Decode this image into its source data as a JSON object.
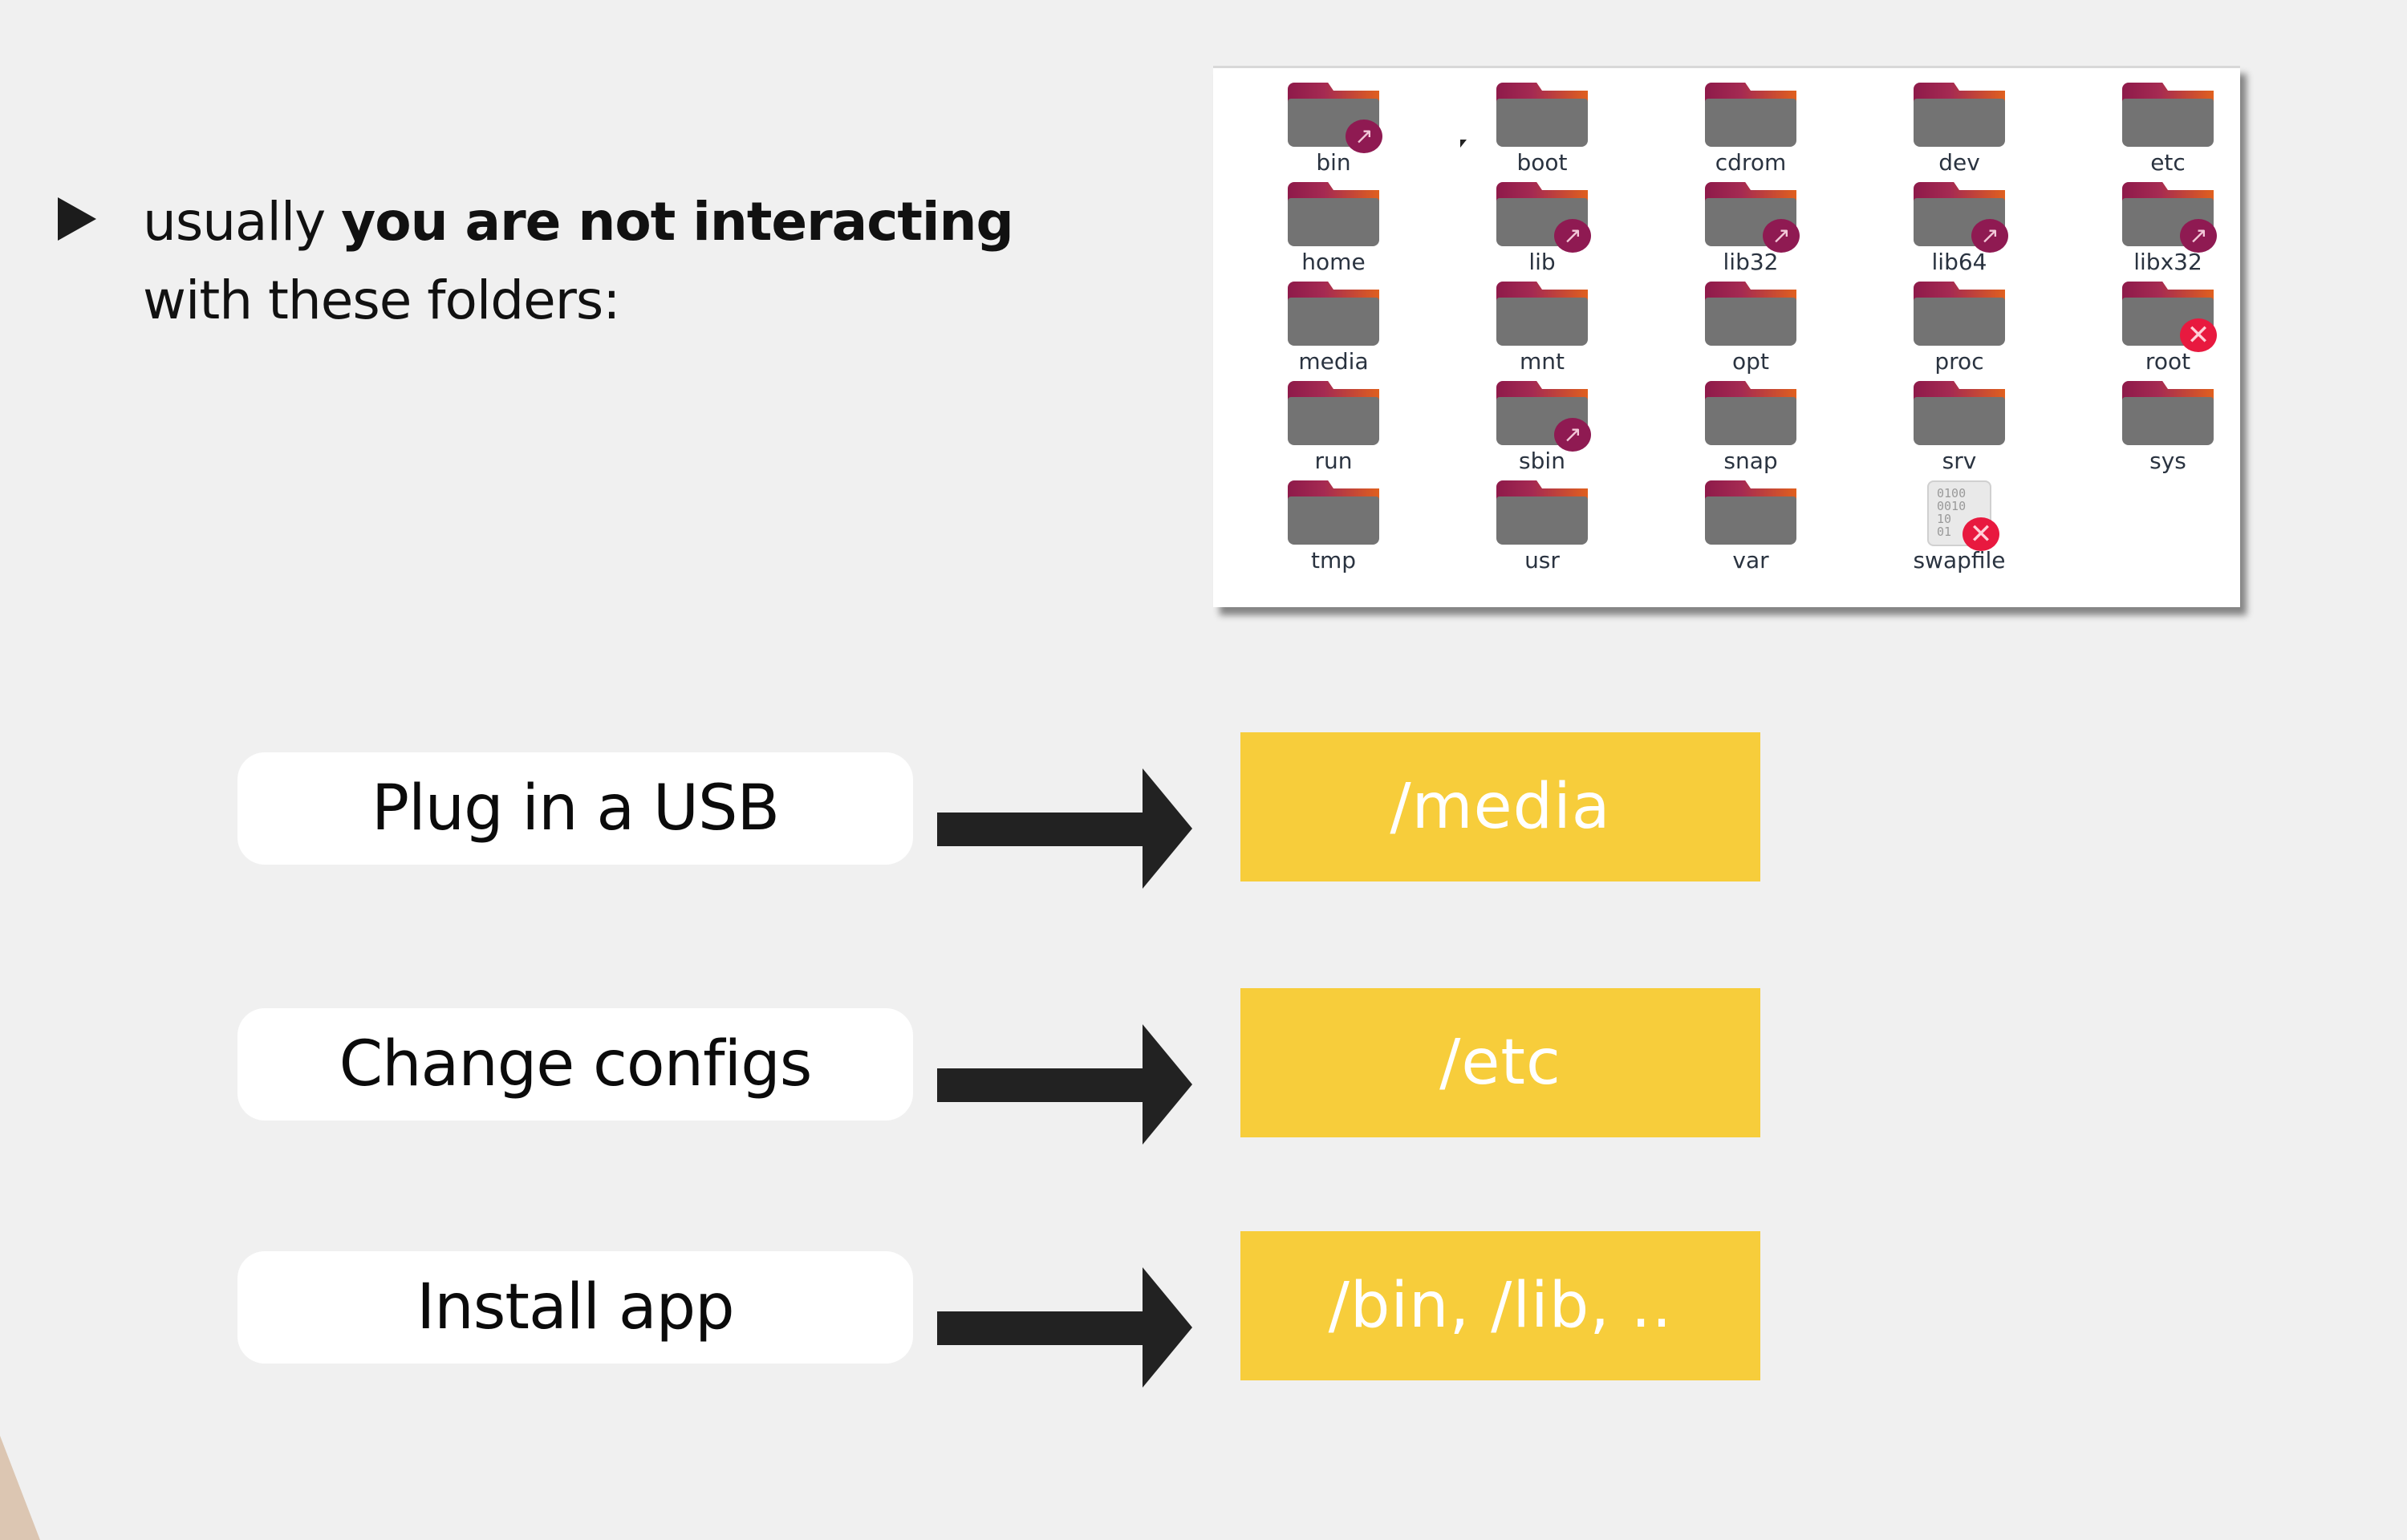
{
  "intro": {
    "prefix": "usually ",
    "bold": "you are not interacting",
    "suffix": "with these folders:"
  },
  "file_manager": {
    "items": [
      {
        "name": "bin",
        "type": "folder",
        "badge": "link"
      },
      {
        "name": "boot",
        "type": "folder",
        "badge": ""
      },
      {
        "name": "cdrom",
        "type": "folder",
        "badge": ""
      },
      {
        "name": "dev",
        "type": "folder",
        "badge": ""
      },
      {
        "name": "etc",
        "type": "folder",
        "badge": ""
      },
      {
        "name": "home",
        "type": "folder",
        "badge": ""
      },
      {
        "name": "lib",
        "type": "folder",
        "badge": "link"
      },
      {
        "name": "lib32",
        "type": "folder",
        "badge": "link"
      },
      {
        "name": "lib64",
        "type": "folder",
        "badge": "link"
      },
      {
        "name": "libx32",
        "type": "folder",
        "badge": "link"
      },
      {
        "name": "media",
        "type": "folder",
        "badge": ""
      },
      {
        "name": "mnt",
        "type": "folder",
        "badge": ""
      },
      {
        "name": "opt",
        "type": "folder",
        "badge": ""
      },
      {
        "name": "proc",
        "type": "folder",
        "badge": ""
      },
      {
        "name": "root",
        "type": "folder",
        "badge": "no-access"
      },
      {
        "name": "run",
        "type": "folder",
        "badge": ""
      },
      {
        "name": "sbin",
        "type": "folder",
        "badge": "link"
      },
      {
        "name": "snap",
        "type": "folder",
        "badge": ""
      },
      {
        "name": "srv",
        "type": "folder",
        "badge": ""
      },
      {
        "name": "sys",
        "type": "folder",
        "badge": ""
      },
      {
        "name": "tmp",
        "type": "folder",
        "badge": ""
      },
      {
        "name": "usr",
        "type": "folder",
        "badge": ""
      },
      {
        "name": "var",
        "type": "folder",
        "badge": ""
      },
      {
        "name": "swapfile",
        "type": "binary-file",
        "badge": "no-access",
        "preview": "0100\n0010\n10\n01"
      }
    ],
    "badge_glyphs": {
      "link": "↗",
      "no-access": "✕"
    }
  },
  "mappings": [
    {
      "action": "Plug in a USB",
      "target": "/media"
    },
    {
      "action": "Change configs",
      "target": "/etc"
    },
    {
      "action": "Install app",
      "target": "/bin, /lib, .."
    }
  ],
  "colors": {
    "background": "#f0f0f0",
    "target_box": "#f7cd3b",
    "arrow": "#222222",
    "folder_body": "#737373",
    "link_badge": "#8f1a52",
    "no_access_badge": "#e8193f"
  }
}
